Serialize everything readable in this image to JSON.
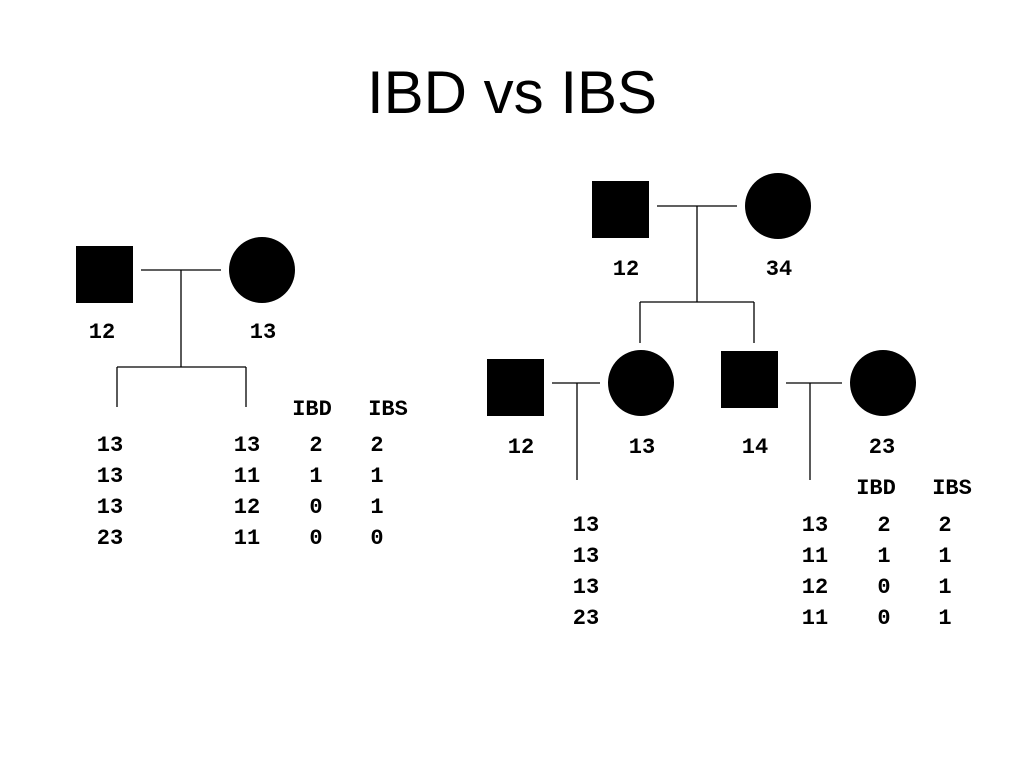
{
  "title": "IBD vs IBS",
  "colors": {
    "ink": "#000000",
    "background": "#ffffff"
  },
  "family1": {
    "father_genotype": "12",
    "mother_genotype": "13",
    "header_ibd": "IBD",
    "header_ibs": "IBS",
    "sib1": [
      "13",
      "13",
      "13",
      "23"
    ],
    "sib2": [
      "13",
      "11",
      "12",
      "11"
    ],
    "ibd": [
      "2",
      "1",
      "0",
      "0"
    ],
    "ibs": [
      "2",
      "1",
      "1",
      "0"
    ]
  },
  "family2": {
    "grandfather_genotype": "12",
    "grandmother_genotype": "34",
    "son_genotype": "12",
    "son_spouse_genotype": "13",
    "son2_genotype": "14",
    "son2_spouse_genotype": "23",
    "header_ibd": "IBD",
    "header_ibs": "IBS",
    "cousin1": [
      "13",
      "13",
      "13",
      "23"
    ],
    "cousin2": [
      "13",
      "11",
      "12",
      "11"
    ],
    "ibd": [
      "2",
      "1",
      "0",
      "0"
    ],
    "ibs": [
      "2",
      "1",
      "1",
      "1"
    ]
  }
}
